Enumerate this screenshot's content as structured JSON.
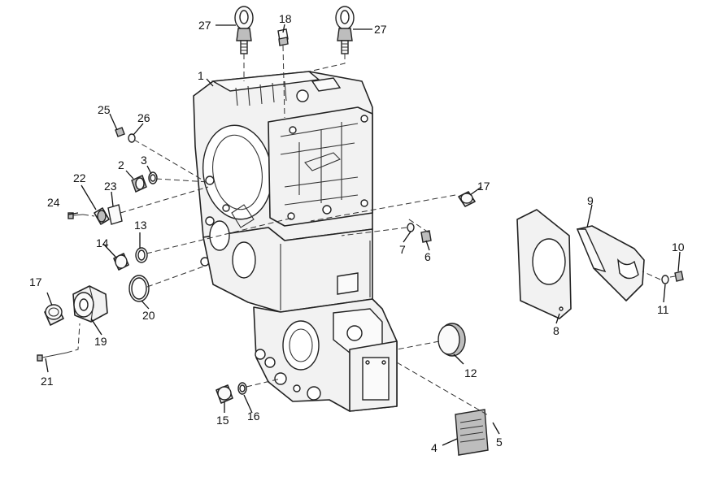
{
  "callouts": [
    {
      "id": "c1",
      "text": "1"
    },
    {
      "id": "c2",
      "text": "2"
    },
    {
      "id": "c3",
      "text": "3"
    },
    {
      "id": "c4",
      "text": "4"
    },
    {
      "id": "c5",
      "text": "5"
    },
    {
      "id": "c6",
      "text": "6"
    },
    {
      "id": "c7",
      "text": "7"
    },
    {
      "id": "c8",
      "text": "8"
    },
    {
      "id": "c9",
      "text": "9"
    },
    {
      "id": "c10",
      "text": "10"
    },
    {
      "id": "c11",
      "text": "11"
    },
    {
      "id": "c12",
      "text": "12"
    },
    {
      "id": "c13",
      "text": "13"
    },
    {
      "id": "c14",
      "text": "14"
    },
    {
      "id": "c15",
      "text": "15"
    },
    {
      "id": "c16",
      "text": "16"
    },
    {
      "id": "c17a",
      "text": "17"
    },
    {
      "id": "c17b",
      "text": "17"
    },
    {
      "id": "c18",
      "text": "18"
    },
    {
      "id": "c19",
      "text": "19"
    },
    {
      "id": "c20",
      "text": "20"
    },
    {
      "id": "c21",
      "text": "21"
    },
    {
      "id": "c22",
      "text": "22"
    },
    {
      "id": "c23",
      "text": "23"
    },
    {
      "id": "c24",
      "text": "24"
    },
    {
      "id": "c25",
      "text": "25"
    },
    {
      "id": "c26",
      "text": "26"
    },
    {
      "id": "c27a",
      "text": "27"
    },
    {
      "id": "c27b",
      "text": "27"
    }
  ]
}
